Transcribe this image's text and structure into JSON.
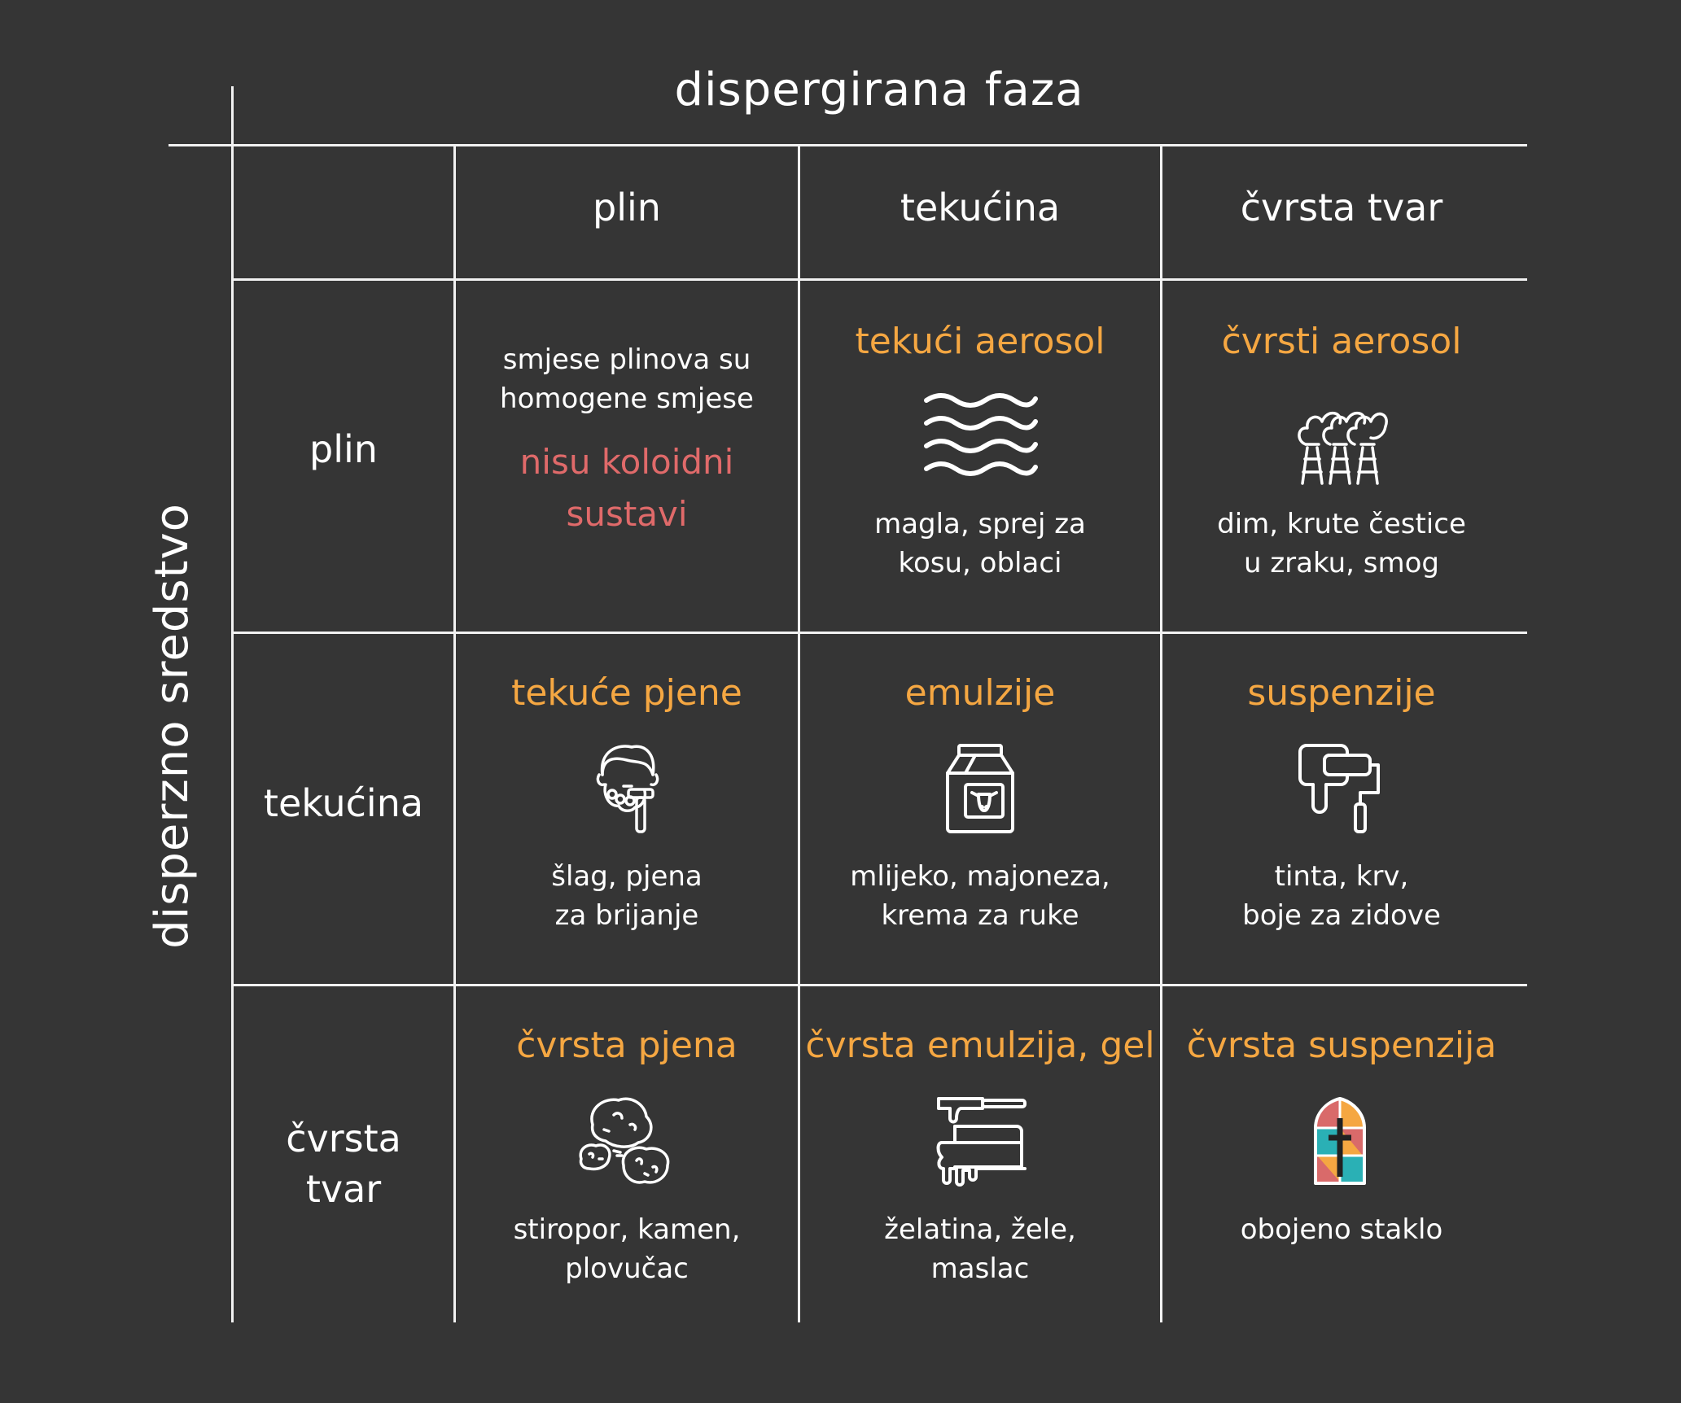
{
  "colors": {
    "background": "#353535",
    "lines": "#f2f2f2",
    "title_accent": "#f5a742",
    "note_accent": "#e06a6a"
  },
  "header": {
    "top_title": "dispergirana faza",
    "side_title": "disperzno sredstvo"
  },
  "columns": [
    "plin",
    "tekućina",
    "čvrsta tvar"
  ],
  "rows": [
    "plin",
    "tekućina",
    "čvrsta\ntvar"
  ],
  "cells": {
    "plin_plin": {
      "desc_line1": "smjese plinova su",
      "desc_line2": "homogene smjese",
      "note_line1": "nisu koloidni",
      "note_line2": "sustavi"
    },
    "plin_tekucina": {
      "title": "tekući aerosol",
      "icon": "fog-waves-icon",
      "desc_line1": "magla, sprej za",
      "desc_line2": "kosu, oblaci"
    },
    "plin_cvrsta": {
      "title": "čvrsti aerosol",
      "icon": "factory-smoke-icon",
      "desc_line1": "dim, krute čestice",
      "desc_line2": "u zraku, smog"
    },
    "tekucina_plin": {
      "title": "tekuće pjene",
      "icon": "shaving-man-icon",
      "desc_line1": "šlag, pjena",
      "desc_line2": "za brijanje"
    },
    "tekucina_tekucina": {
      "title": "emulzije",
      "icon": "milk-carton-icon",
      "desc_line1": "mlijeko, majoneza,",
      "desc_line2": "krema za ruke"
    },
    "tekucina_cvrsta": {
      "title": "suspenzije",
      "icon": "paint-roller-icon",
      "desc_line1": "tinta, krv,",
      "desc_line2": "boje za zidove"
    },
    "cvrsta_plin": {
      "title": "čvrsta pjena",
      "icon": "rocks-icon",
      "desc_line1": "stiropor, kamen,",
      "desc_line2": "plovučac"
    },
    "cvrsta_tekucina": {
      "title": "čvrsta emulzija, gel",
      "icon": "butter-knife-icon",
      "desc_line1": "želatina, žele,",
      "desc_line2": "maslac"
    },
    "cvrsta_cvrsta": {
      "title": "čvrsta suspenzija",
      "icon": "stained-glass-icon",
      "desc_line1": "obojeno staklo"
    }
  }
}
